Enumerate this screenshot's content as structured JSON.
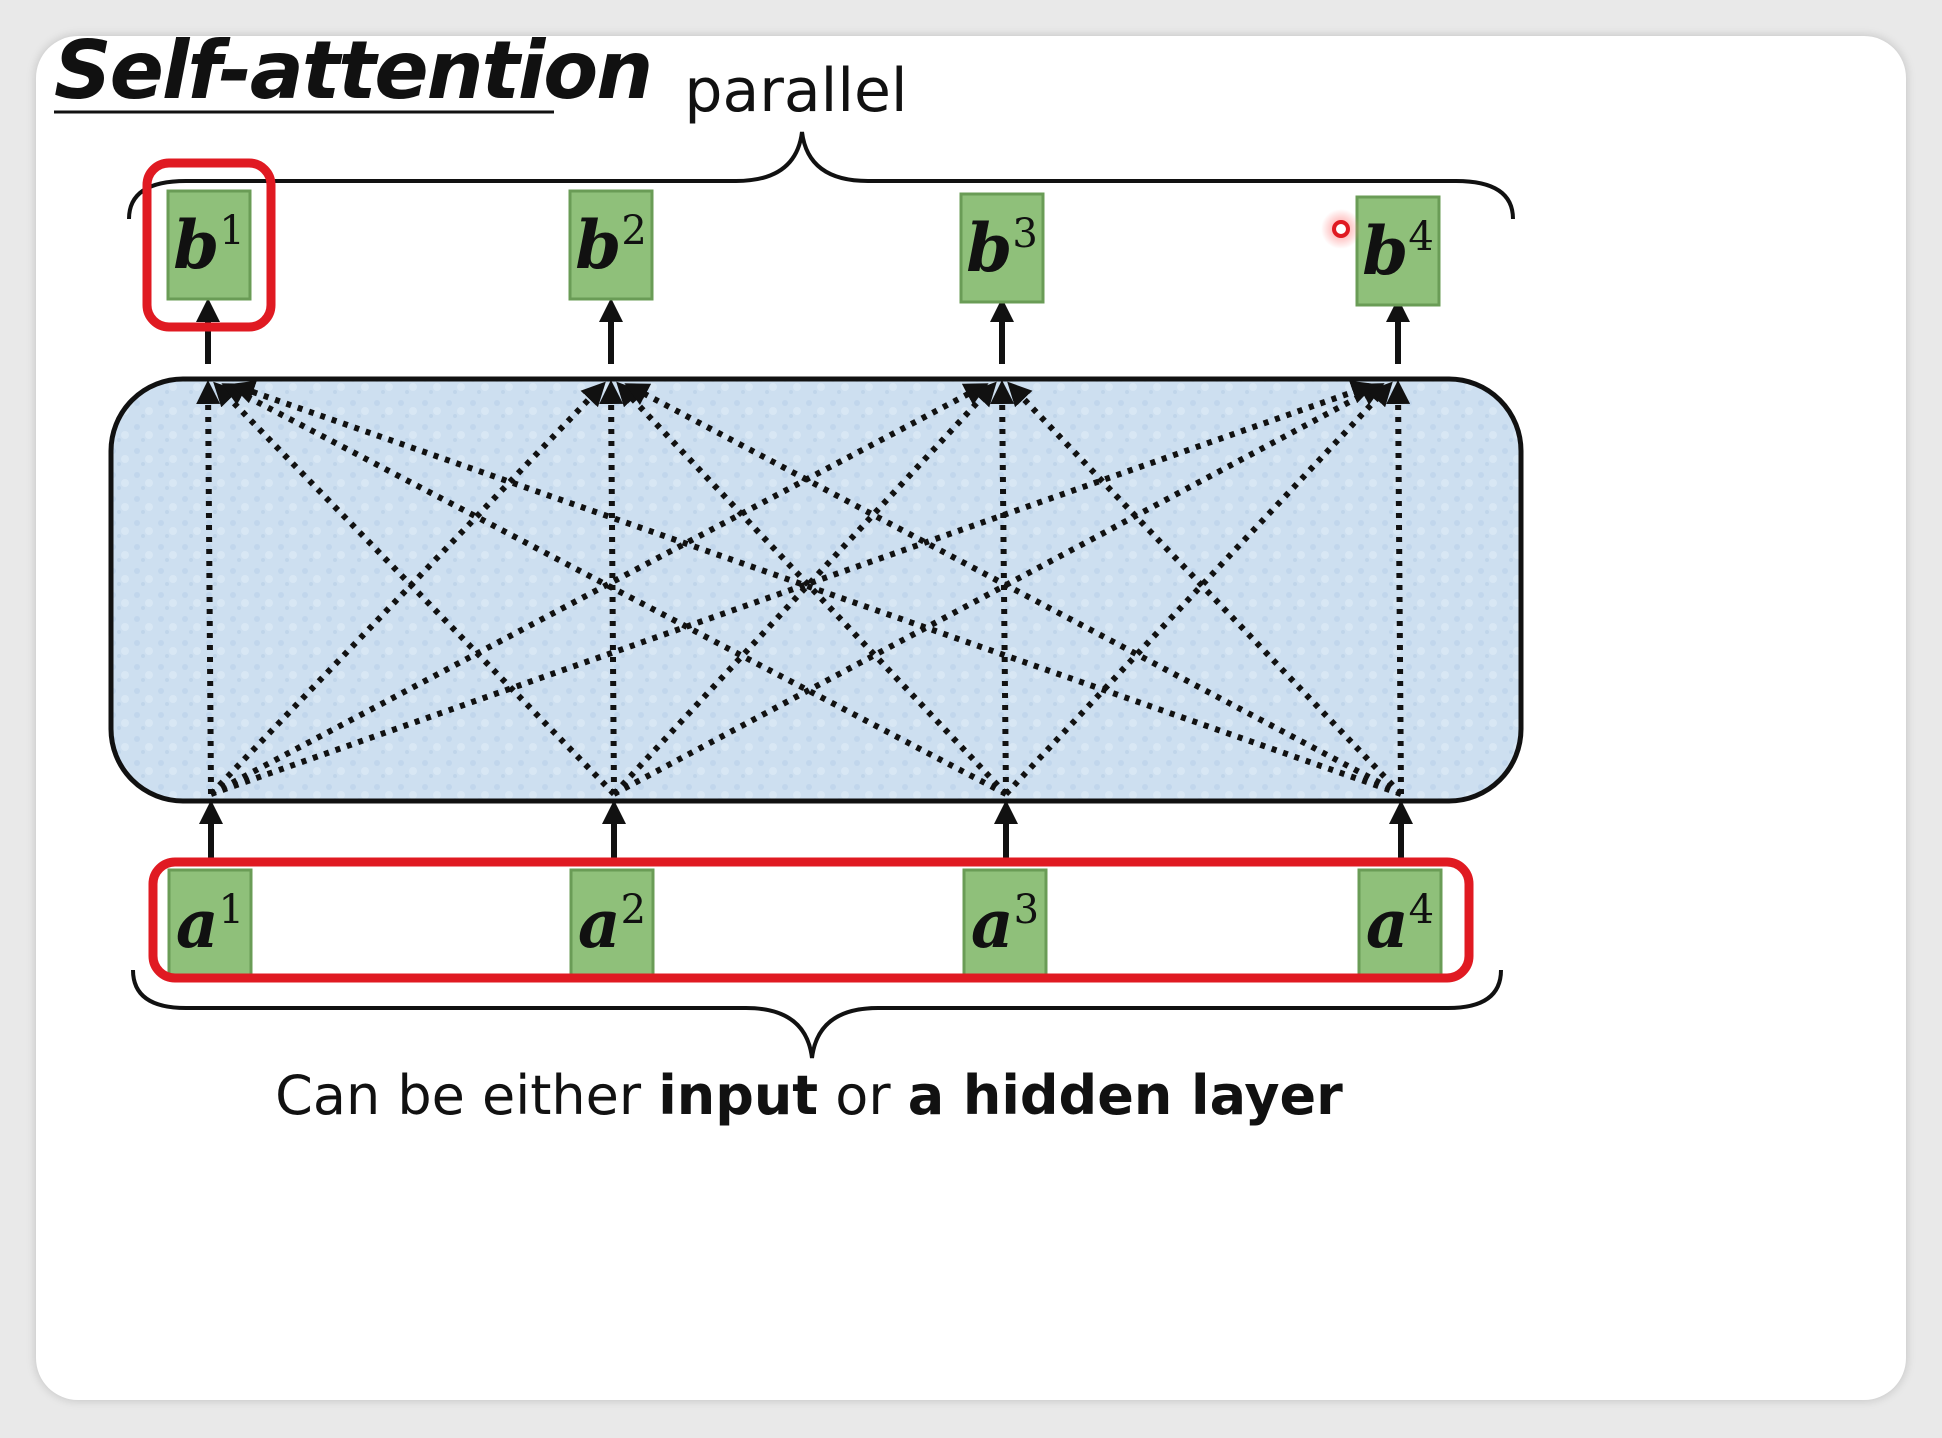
{
  "slide": {
    "title": "Self-attention",
    "top_label": "parallel",
    "bottom_label": {
      "part1": "Can be either ",
      "part2": "input",
      "part3": " or ",
      "part4": "a hidden layer"
    }
  },
  "outputs": [
    {
      "letter": "b",
      "index": "1"
    },
    {
      "letter": "b",
      "index": "2"
    },
    {
      "letter": "b",
      "index": "3"
    },
    {
      "letter": "b",
      "index": "4"
    }
  ],
  "inputs": [
    {
      "letter": "a",
      "index": "1"
    },
    {
      "letter": "a",
      "index": "2"
    },
    {
      "letter": "a",
      "index": "3"
    },
    {
      "letter": "a",
      "index": "4"
    }
  ],
  "colors": {
    "vector_fill": "#8fc07a",
    "highlight": "#e01a22",
    "block_fill": "#cfe0f0"
  },
  "icons": [
    "laser-pointer-dot-icon"
  ]
}
